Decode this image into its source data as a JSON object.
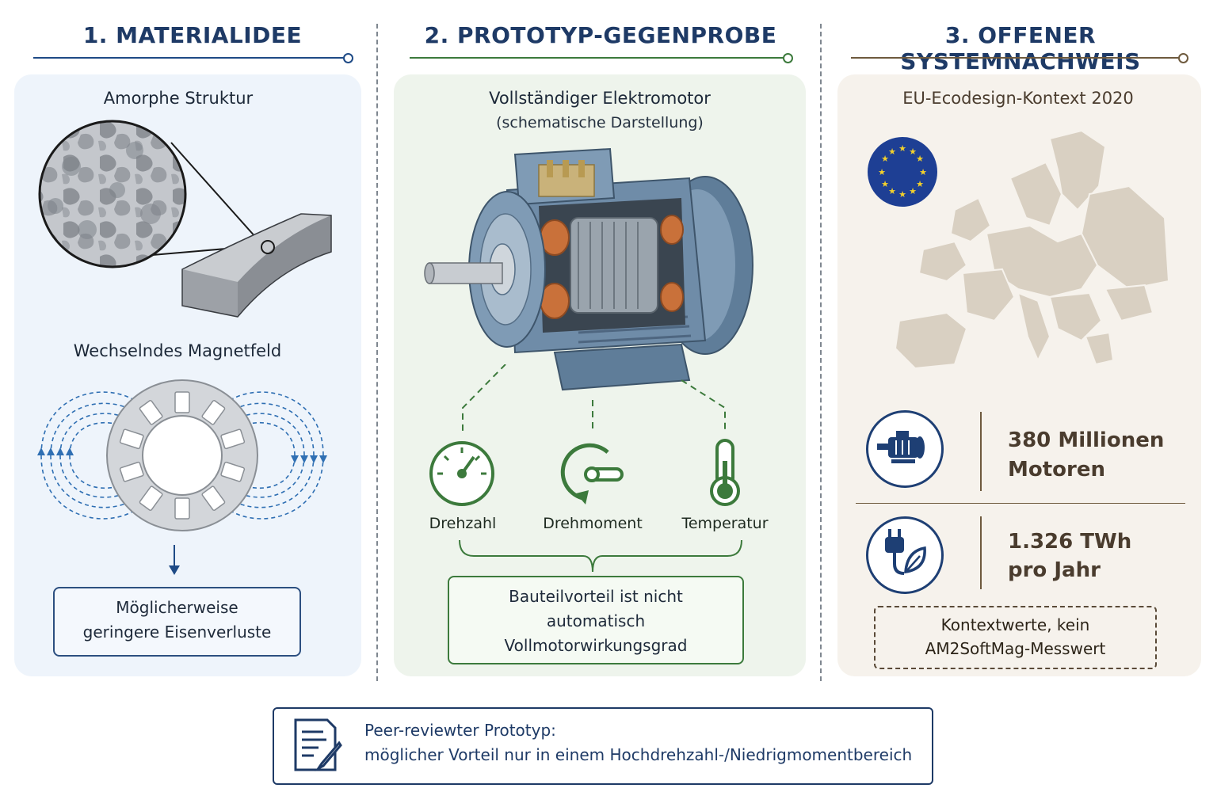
{
  "columns": [
    {
      "title": "1. MATERIALIDEE",
      "color": "#1e4a86"
    },
    {
      "title": "2. PROTOTYP-GEGENPROBE",
      "color": "#3c7a3c"
    },
    {
      "title": "3. OFFENER SYSTEMNACHWEIS",
      "color": "#6e5a3e"
    }
  ],
  "material": {
    "structure_title": "Amorphe Struktur",
    "field_title": "Wechselndes Magnetfeld",
    "result_line1": "Möglicherweise",
    "result_line2": "geringere Eisenverluste"
  },
  "prototype": {
    "title": "Vollständiger Elektromotor",
    "subtitle": "(schematische Darstellung)",
    "sensors": [
      "Drehzahl",
      "Drehmoment",
      "Temperatur"
    ],
    "result_line1": "Bauteilvorteil ist nicht",
    "result_line2": "automatisch",
    "result_line3": "Vollmotorwirkungsgrad"
  },
  "system": {
    "title": "EU-Ecodesign-Kontext 2020",
    "stat1_line1": "380 Millionen",
    "stat1_line2": "Motoren",
    "stat2_line1": "1.326 TWh",
    "stat2_line2": "pro Jahr",
    "note_line1": "Kontextwerte, kein",
    "note_line2": "AM2SoftMag-Messwert"
  },
  "footer": {
    "line1": "Peer-reviewter Prototyp:",
    "line2": "möglicher Vorteil nur in einem Hochdrehzahl-/Niedrigmomentbereich"
  },
  "icons": [
    "magnifier-circle-icon",
    "stator-ring-icon",
    "motor-illustration",
    "gauge-icon",
    "torque-icon",
    "thermometer-icon",
    "eu-flag-icon",
    "europe-map",
    "motor-icon",
    "plug-leaf-icon",
    "document-pen-icon"
  ]
}
